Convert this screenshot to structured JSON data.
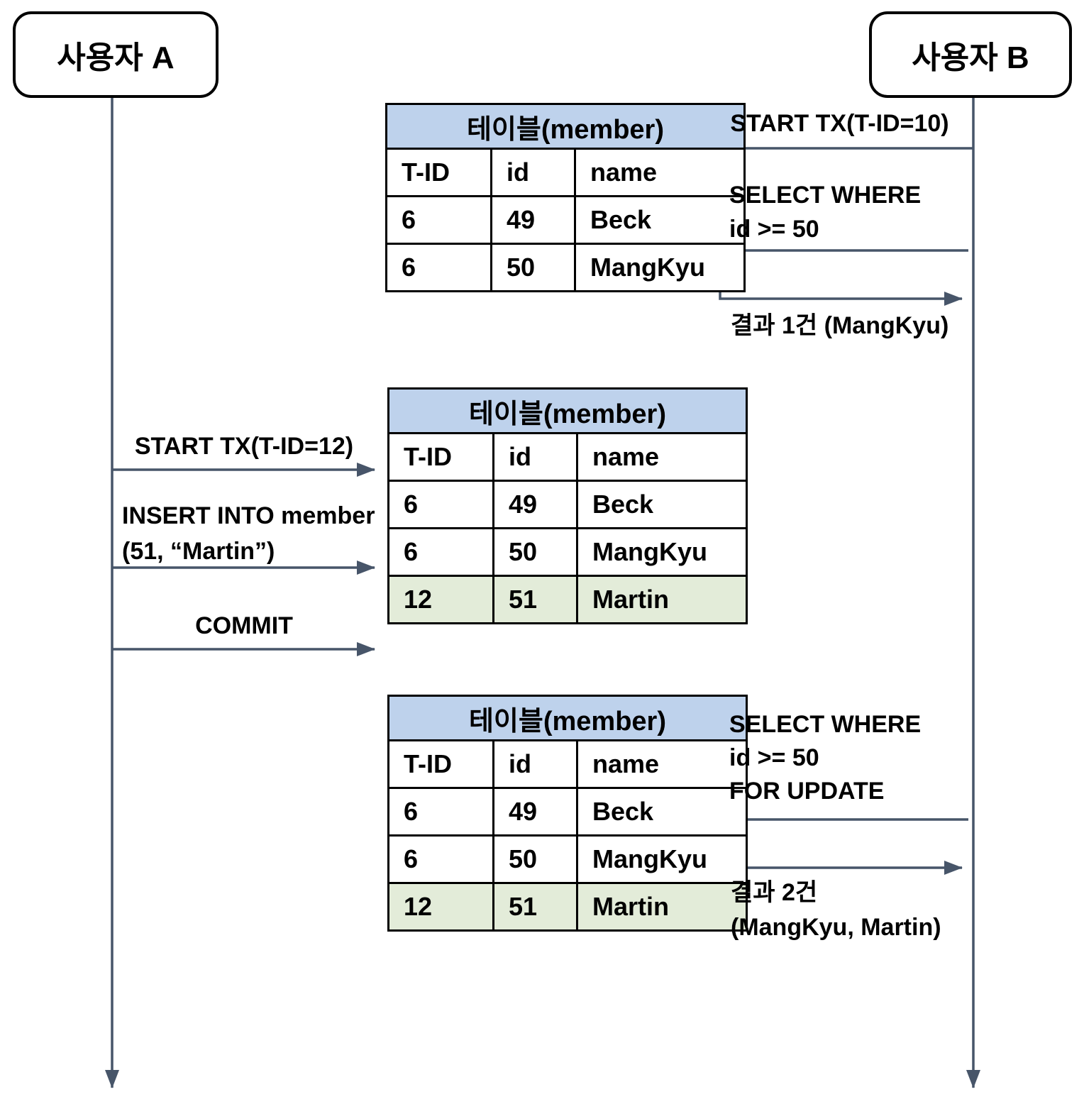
{
  "actors": {
    "a": "사용자 A",
    "b": "사용자 B"
  },
  "tables": [
    {
      "title": "테이블(member)",
      "columns": [
        "T-ID",
        "id",
        "name"
      ],
      "rows": [
        [
          "6",
          "49",
          "Beck"
        ],
        [
          "6",
          "50",
          "MangKyu"
        ]
      ]
    },
    {
      "title": "테이블(member)",
      "columns": [
        "T-ID",
        "id",
        "name"
      ],
      "rows": [
        [
          "6",
          "49",
          "Beck"
        ],
        [
          "6",
          "50",
          "MangKyu"
        ],
        [
          "12",
          "51",
          "Martin"
        ]
      ],
      "highlighted_row_index": 2
    },
    {
      "title": "테이블(member)",
      "columns": [
        "T-ID",
        "id",
        "name"
      ],
      "rows": [
        [
          "6",
          "49",
          "Beck"
        ],
        [
          "6",
          "50",
          "MangKyu"
        ],
        [
          "12",
          "51",
          "Martin"
        ]
      ],
      "highlighted_row_index": 2
    }
  ],
  "messages": {
    "b_start_tx": "START TX(T-ID=10)",
    "b_select1_line1": "SELECT WHERE",
    "b_select1_line2": "id >= 50",
    "b_result1": "결과 1건 (MangKyu)",
    "a_start_tx": "START TX(T-ID=12)",
    "a_insert_line1": "INSERT INTO member",
    "a_insert_line2": "(51, “Martin”)",
    "a_commit": "COMMIT",
    "b_select2_line1": "SELECT WHERE",
    "b_select2_line2": "id >= 50",
    "b_select2_line3": "FOR UPDATE",
    "b_result2_line1": "결과 2건",
    "b_result2_line2": "(MangKyu, Martin)"
  },
  "colors": {
    "arrow": "#475569",
    "table-title-bg": "#bed2ec",
    "highlight-bg": "#e3ecd9",
    "border": "#000000",
    "text": "#000000"
  }
}
